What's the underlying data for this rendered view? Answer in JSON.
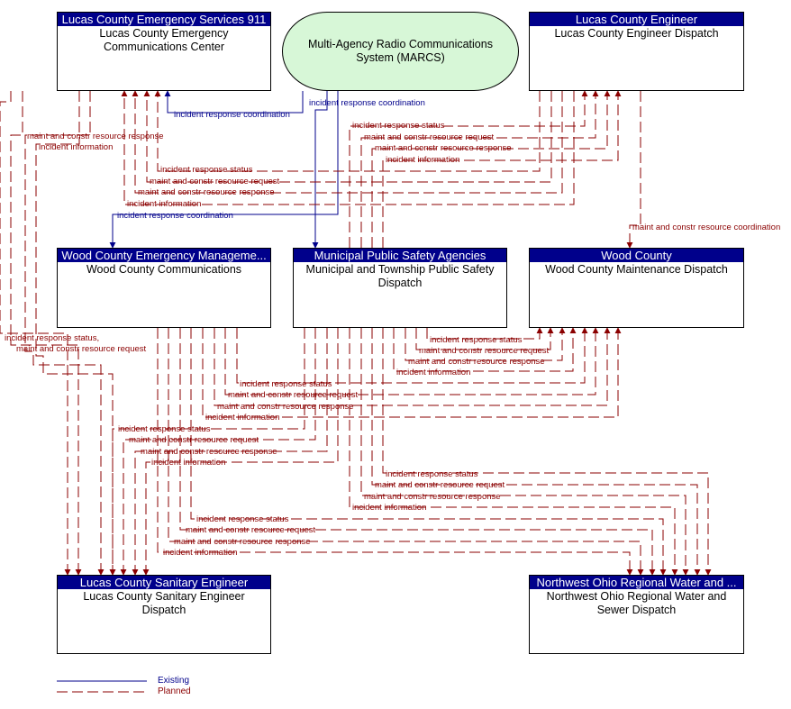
{
  "nodes": {
    "lucas911": {
      "header": "Lucas County Emergency Services 911",
      "title": "Lucas County Emergency Communications Center"
    },
    "marcs": {
      "title": "Multi-Agency Radio Communications System (MARCS)"
    },
    "lucasEng": {
      "header": "Lucas County Engineer",
      "title": "Lucas County Engineer Dispatch"
    },
    "woodEM": {
      "header": "Wood County Emergency Manageme...",
      "title": "Wood County Communications"
    },
    "muni": {
      "header": "Municipal Public Safety Agencies",
      "title": "Municipal and Township Public Safety Dispatch"
    },
    "woodCo": {
      "header": "Wood County",
      "title": "Wood County Maintenance Dispatch"
    },
    "lucasSan": {
      "header": "Lucas County Sanitary Engineer",
      "title": "Lucas County Sanitary Engineer Dispatch"
    },
    "nwo": {
      "header": "Northwest Ohio Regional Water and ...",
      "title": "Northwest Ohio Regional Water and Sewer Dispatch"
    }
  },
  "flow_labels": {
    "irc": "incident response coordination",
    "irs": "incident response status",
    "mcreq": "maint and constr resource request",
    "mcresp": "maint and constr resource response",
    "ii": "incident information",
    "mccoord": "maint and constr resource coordination",
    "irs_comma": "incident response status,"
  },
  "legend": {
    "existing": "Existing",
    "planned": "Planned"
  },
  "colors": {
    "existing": "#00008b",
    "planned": "#8b0000",
    "header": "#00008b",
    "oval": "#d7f7d7"
  }
}
